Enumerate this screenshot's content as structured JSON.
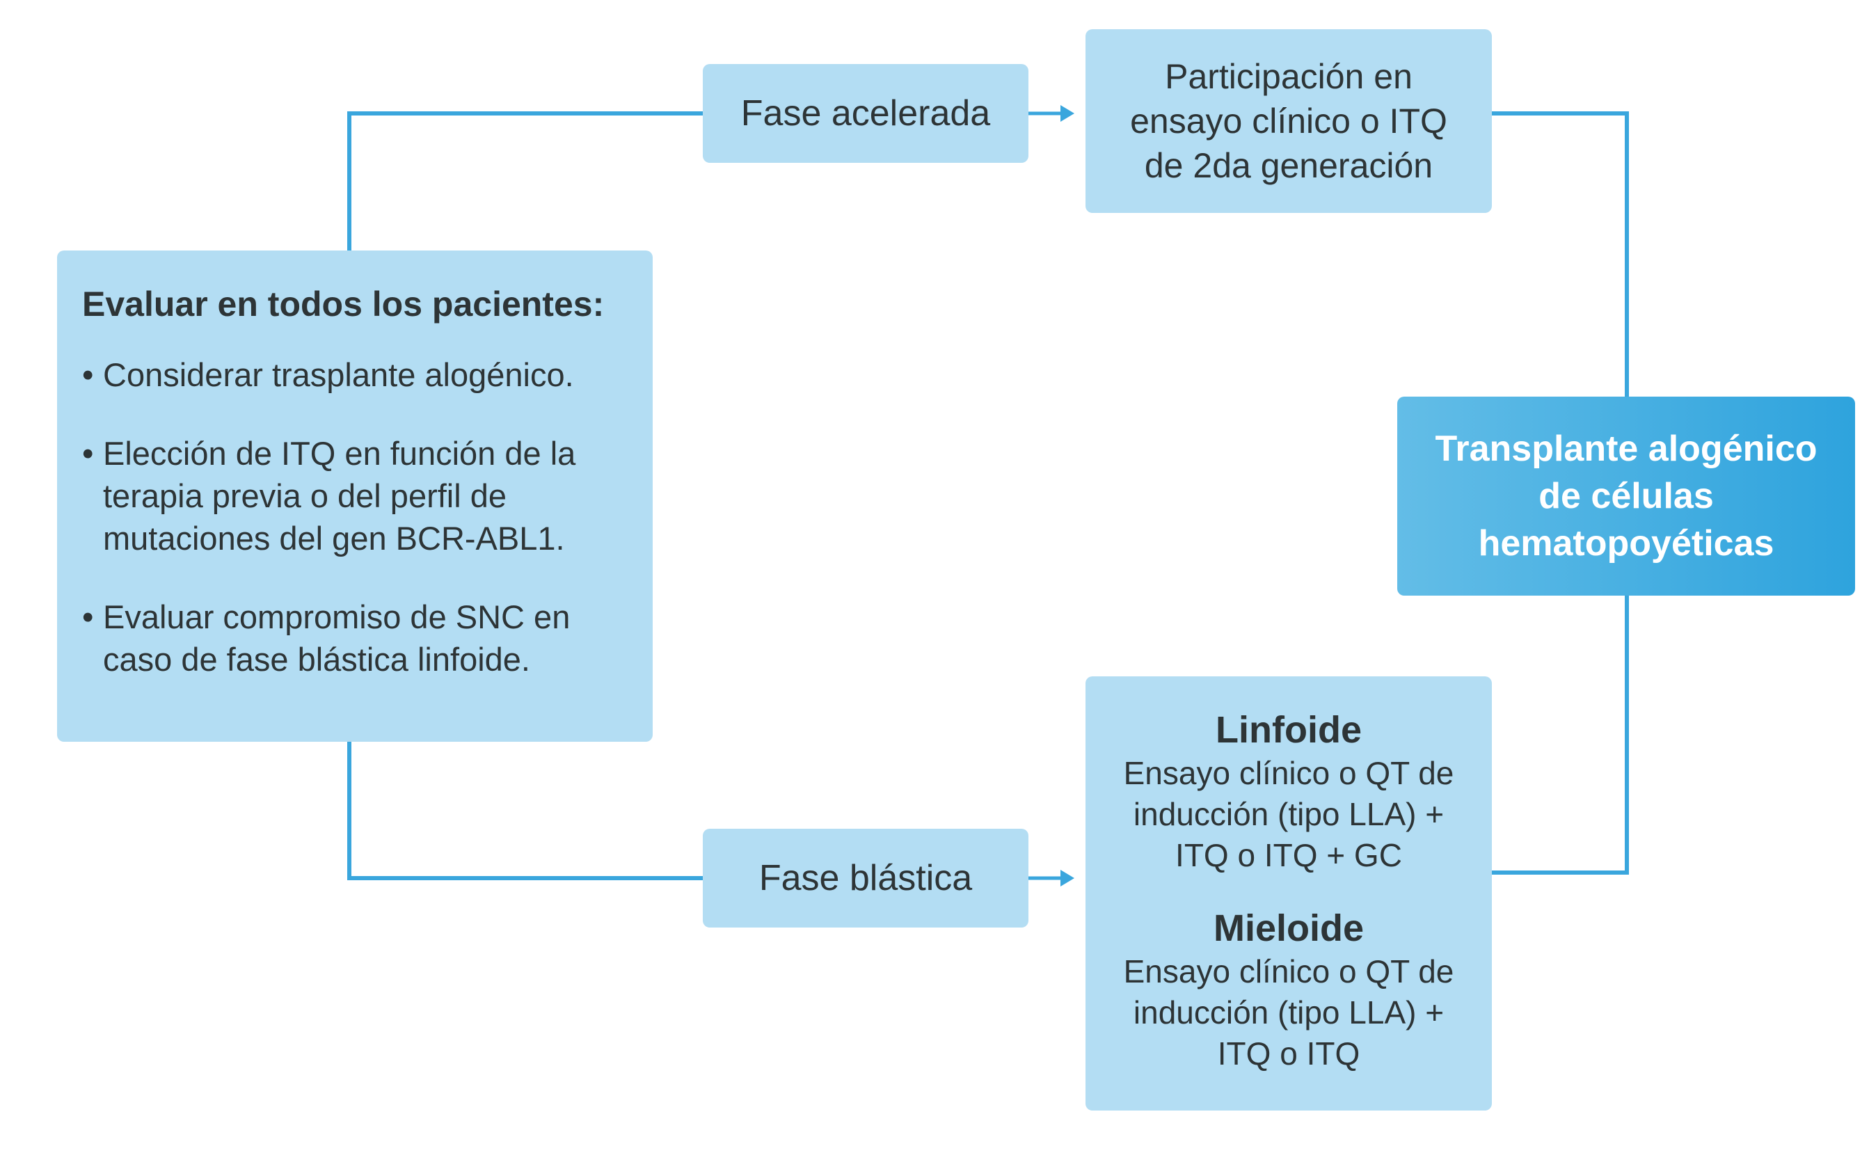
{
  "evaluate_box": {
    "title": "Evaluar en todos los pacientes:",
    "bullet_glyph": "•",
    "bullets": [
      "Considerar trasplante alogénico.",
      "Elección de ITQ en función de la terapia previa o del perfil de mutaciones del gen BCR-ABL1.",
      "Evaluar compromiso de SNC en caso de fase blástica linfoide."
    ]
  },
  "accelerated_phase": {
    "label": "Fase acelerada"
  },
  "accelerated_treatment": {
    "lines": [
      "Participación en",
      "ensayo clínico o ITQ",
      "de 2da generación"
    ]
  },
  "blast_phase": {
    "label": "Fase blástica"
  },
  "blast_treatment": {
    "lymphoid": {
      "title": "Linfoide",
      "lines": [
        "Ensayo clínico o QT de",
        "inducción (tipo LLA) +",
        "ITQ o ITQ + GC"
      ]
    },
    "myeloid": {
      "title": "Mieloide",
      "lines": [
        "Ensayo clínico o QT de",
        "inducción (tipo LLA) +",
        "ITQ o ITQ"
      ]
    }
  },
  "transplant": {
    "lines": [
      "Transplante alogénico",
      "de células",
      "hematopoyéticas"
    ]
  },
  "colors": {
    "box_fill": "#b3ddf3",
    "connector": "#3aa6dd",
    "transplant_gradient_start": "#63bde7",
    "transplant_gradient_end": "#2ea3dd",
    "text": "#2d3436",
    "transplant_text": "#ffffff"
  }
}
